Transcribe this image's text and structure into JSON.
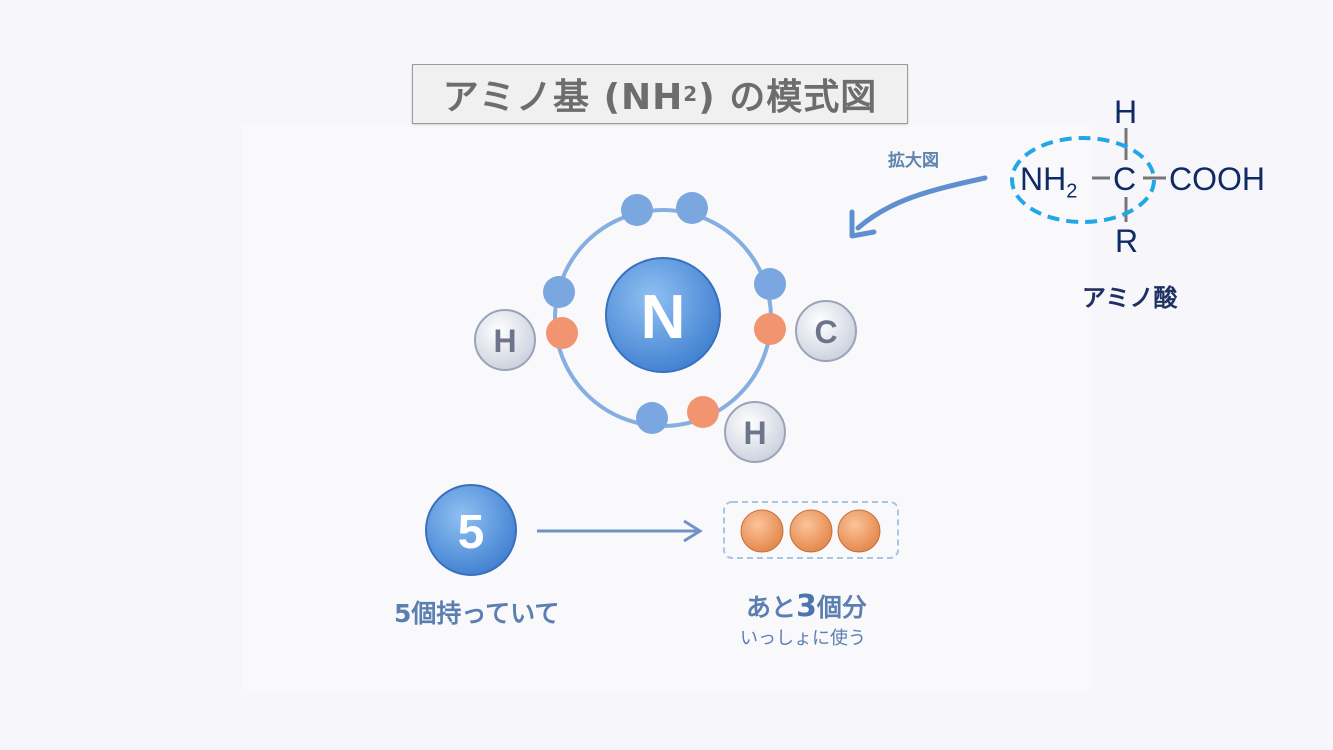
{
  "title": {
    "main": "アミノ基 (NH",
    "sub": "2",
    "end": ") の模式図"
  },
  "atom": {
    "center": "N",
    "neighbors": [
      "H",
      "C",
      "H"
    ]
  },
  "electrons": {
    "valence_count": "5",
    "shared_pairs_needed": 3
  },
  "labels": {
    "has": "5個持っていて",
    "remaining_prefix": "あと",
    "remaining_num": "3",
    "remaining_suffix": "個分",
    "shared": "いっしょに使う",
    "zoom": "拡大図",
    "amino_acid": "アミノ酸"
  },
  "formula": {
    "top": "H",
    "left": "NH",
    "left_sub": "2",
    "center": "C",
    "right": "COOH",
    "bottom": "R"
  },
  "colors": {
    "blue_electron": "#7aa7df",
    "orange_electron": "#f2946f",
    "ring": "#86aee0",
    "highlight": "#22a7e6",
    "text_blue": "#5b7fb0"
  }
}
